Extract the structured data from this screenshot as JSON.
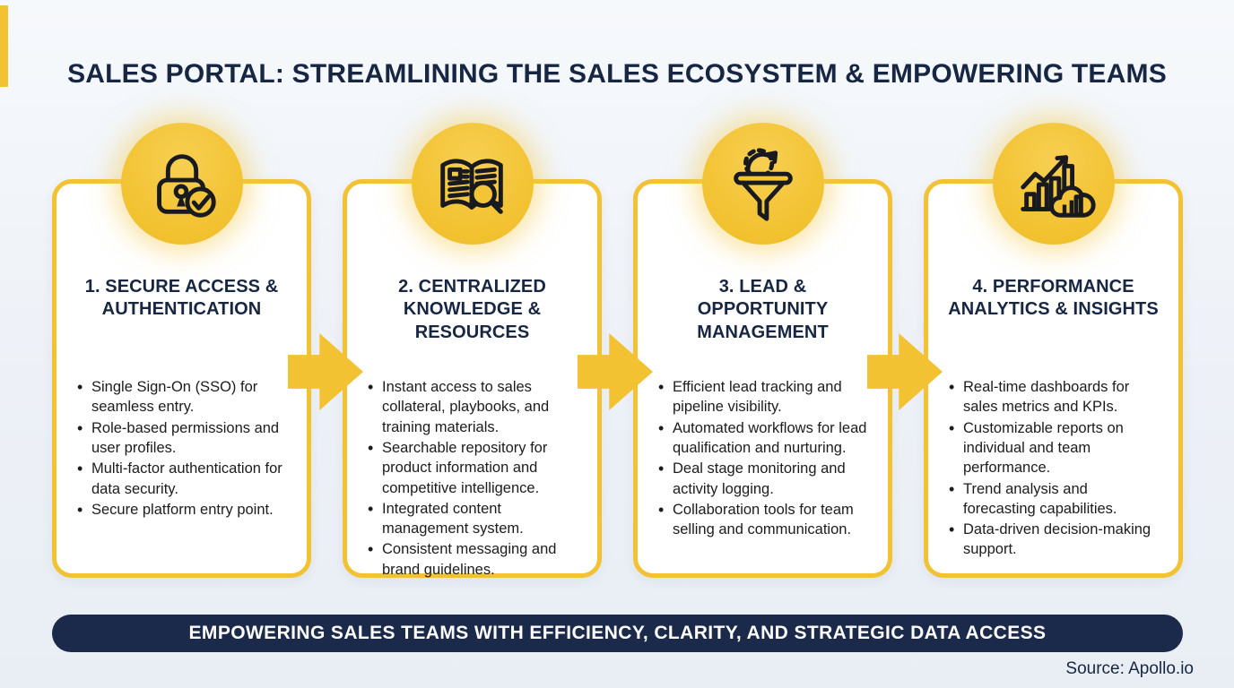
{
  "page": {
    "title": "SALES PORTAL: STREAMLINING THE SALES ECOSYSTEM & EMPOWERING TEAMS",
    "banner": "EMPOWERING SALES TEAMS WITH EFFICIENCY, CLARITY, AND STRATEGIC DATA ACCESS",
    "source": "Source: Apollo.io"
  },
  "colors": {
    "accent_yellow": "#F2C233",
    "navy": "#1B2A4A",
    "title_navy": "#172642",
    "background": "#EDF1F7",
    "card_background": "#FFFFFF",
    "body_text": "#1C1C1E"
  },
  "cards": [
    {
      "icon": "lock-check-icon",
      "title": "1. SECURE ACCESS & AUTHENTICATION",
      "bullets": [
        "Single Sign-On (SSO) for seamless entry.",
        "Role-based permissions and user profiles.",
        "Multi-factor authentication for data security.",
        "Secure platform entry point."
      ]
    },
    {
      "icon": "book-search-icon",
      "title": "2. CENTRALIZED KNOWLEDGE & RESOURCES",
      "bullets": [
        "Instant access to sales collateral, playbooks, and training materials.",
        "Searchable repository for product information and competitive intelligence.",
        "Integrated content management system.",
        "Consistent messaging and brand guidelines."
      ]
    },
    {
      "icon": "funnel-gear-icon",
      "title": "3. LEAD & OPPORTUNITY MANAGEMENT",
      "bullets": [
        "Efficient lead tracking and pipeline visibility.",
        "Automated workflows for lead qualification and nurturing.",
        "Deal stage monitoring and activity logging.",
        "Collaboration tools for team selling and communication."
      ]
    },
    {
      "icon": "analytics-cloud-icon",
      "title": "4. PERFORMANCE ANALYTICS & INSIGHTS",
      "bullets": [
        "Real-time dashboards for sales metrics and KPIs.",
        "Customizable reports on individual and team performance.",
        "Trend analysis and forecasting capabilities.",
        "Data-driven decision-making support."
      ]
    }
  ]
}
